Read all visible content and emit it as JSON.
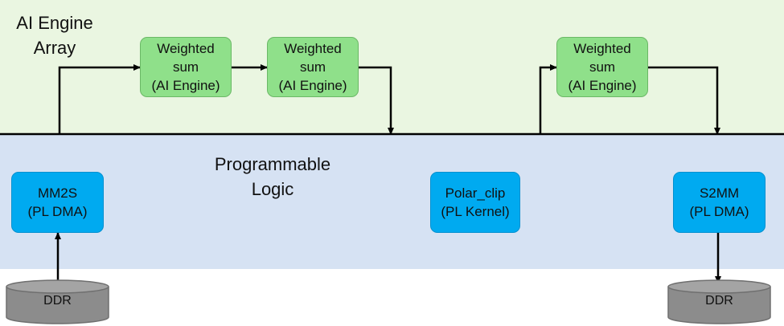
{
  "regions": {
    "aie_array": {
      "label_line1": "AI Engine",
      "label_line2": "Array",
      "color": "#eaf6e1"
    },
    "programmable_logic": {
      "label_line1": "Programmable",
      "label_line2": "Logic",
      "color": "#d6e2f3"
    }
  },
  "aie_kernels": [
    {
      "line1": "Weighted",
      "line2": "sum",
      "line3": "(AI Engine)"
    },
    {
      "line1": "Weighted",
      "line2": "sum",
      "line3": "(AI Engine)"
    },
    {
      "line1": "Weighted",
      "line2": "sum",
      "line3": "(AI Engine)"
    }
  ],
  "pl_kernels": {
    "mm2s": {
      "line1": "MM2S",
      "line2": "(PL DMA)"
    },
    "polar_clip": {
      "line1": "Polar_clip",
      "line2": "(PL Kernel)"
    },
    "s2mm": {
      "line1": "S2MM",
      "line2": "(PL DMA)"
    }
  },
  "memory": [
    {
      "label": "DDR"
    },
    {
      "label": "DDR"
    }
  ],
  "colors": {
    "aie_box": "#8fe08a",
    "pl_box": "#00aaf0",
    "ddr": "#8c8c8c",
    "line": "#000000"
  }
}
